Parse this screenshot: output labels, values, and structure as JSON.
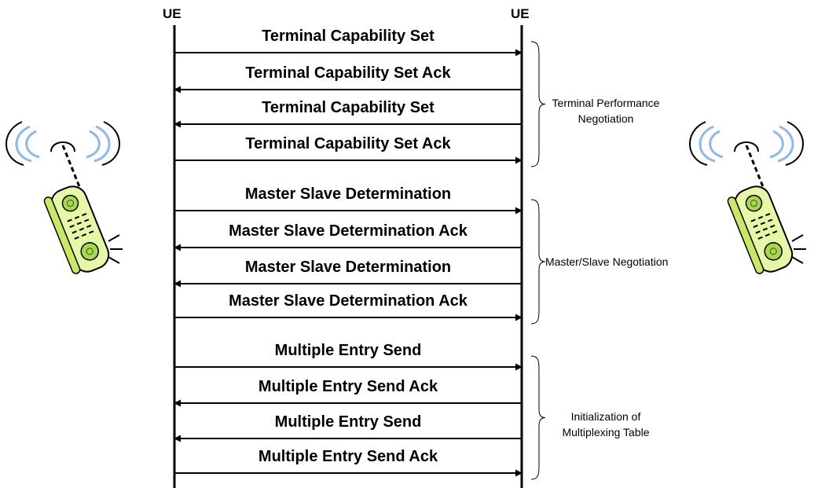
{
  "lifelines": {
    "left_label": "UE",
    "right_label": "UE"
  },
  "messages": [
    {
      "label": "Terminal Capability Set",
      "direction": "right"
    },
    {
      "label": "Terminal Capability Set Ack",
      "direction": "left"
    },
    {
      "label": "Terminal Capability Set",
      "direction": "left"
    },
    {
      "label": "Terminal Capability Set Ack",
      "direction": "right"
    },
    {
      "label": "Master Slave Determination",
      "direction": "right"
    },
    {
      "label": "Master Slave Determination Ack",
      "direction": "left"
    },
    {
      "label": "Master Slave Determination",
      "direction": "left"
    },
    {
      "label": "Master Slave Determination Ack",
      "direction": "right"
    },
    {
      "label": "Multiple Entry Send",
      "direction": "right"
    },
    {
      "label": "Multiple Entry Send Ack",
      "direction": "left"
    },
    {
      "label": "Multiple Entry Send",
      "direction": "left"
    },
    {
      "label": "Multiple Entry Send Ack",
      "direction": "right"
    }
  ],
  "phases": [
    {
      "lines": [
        "Terminal Performance",
        "Negotiation"
      ],
      "messages": [
        0,
        3
      ]
    },
    {
      "lines": [
        "Master/Slave Negotiation"
      ],
      "messages": [
        4,
        7
      ]
    },
    {
      "lines": [
        "Initialization of",
        "Multiplexing Table"
      ],
      "messages": [
        8,
        11
      ]
    }
  ],
  "icons": {
    "left": "mobile-phone-icon",
    "right": "mobile-phone-icon"
  },
  "colors": {
    "line": "#000000",
    "phone_body": "#e6f7a8",
    "phone_buttons": "#a8d650",
    "signal_waves": "#8fb8e8"
  }
}
